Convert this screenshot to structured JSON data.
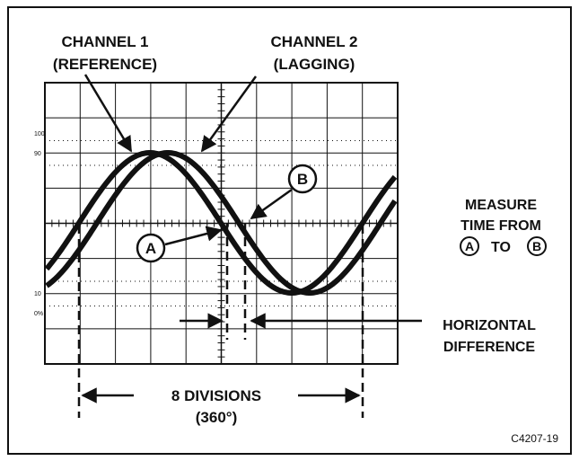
{
  "labels": {
    "channel1_line1": "CHANNEL 1",
    "channel1_line2": "(REFERENCE)",
    "channel2_line1": "CHANNEL 2",
    "channel2_line2": "(LAGGING)",
    "point_a": "A",
    "point_b": "B",
    "measure_line1": "MEASURE",
    "measure_line2": "TIME FROM",
    "measure_from": "A",
    "measure_to_word": "TO",
    "measure_to": "B",
    "horizontal_line1": "HORIZONTAL",
    "horizontal_line2": "DIFFERENCE",
    "divisions_line1": "8 DIVISIONS",
    "divisions_line2": "(360°)",
    "figure_id": "C4207-19"
  },
  "graticule_marks": {
    "top_100": "100",
    "top_90": "90",
    "bottom_10": "10",
    "bottom_0": "0%"
  },
  "colors": {
    "ink": "#111111",
    "paper": "#ffffff"
  }
}
